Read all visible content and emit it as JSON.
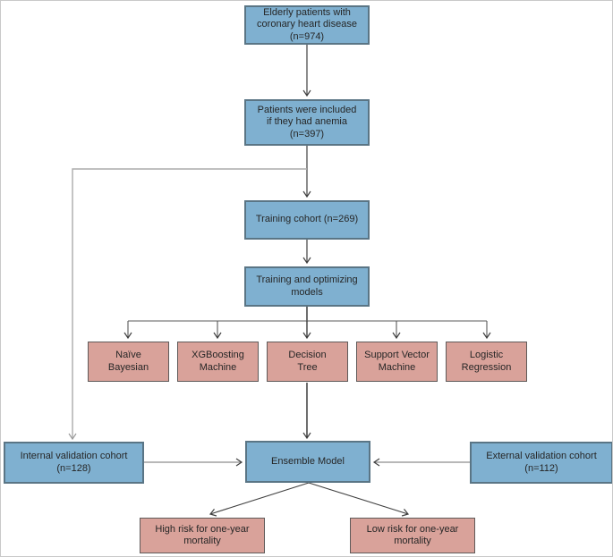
{
  "figure": {
    "type": "flowchart",
    "description": "Study flow diagram: elderly patients with coronary heart disease and anemia, model training and ensemble validation for one-year mortality risk",
    "background_color": "#ffffff"
  },
  "colors": {
    "process_box_fill": "#7fb0d0",
    "process_box_border": "#5a7585",
    "model_box_fill": "#d9a29a",
    "model_box_border": "#5f5a59",
    "edge_dark": "#404040",
    "edge_light": "#a9a9a9",
    "text": "#262626"
  },
  "nodes": {
    "elderly": {
      "lines": [
        "Elderly patients with",
        "coronary heart disease",
        "(n=974)"
      ]
    },
    "inclusion": {
      "lines": [
        "Patients were included",
        "if they had anemia",
        "(n=397)"
      ]
    },
    "training_cohort": {
      "lines": [
        "Training cohort (n=269)"
      ]
    },
    "training_models": {
      "lines": [
        "Training and optimizing",
        "models"
      ]
    },
    "naive_bayesian": {
      "lines": [
        "Naïve",
        "Bayesian"
      ]
    },
    "xgboosting_machine": {
      "lines": [
        "XGBoosting",
        "Machine"
      ]
    },
    "decision_tree": {
      "lines": [
        "Decision",
        "Tree"
      ]
    },
    "support_vector_machine": {
      "lines": [
        "Support Vector",
        "Machine"
      ]
    },
    "logistic_regression": {
      "lines": [
        "Logistic",
        "Regression"
      ]
    },
    "internal_validation": {
      "lines": [
        "Internal validation cohort",
        "(n=128)"
      ]
    },
    "ensemble": {
      "lines": [
        "Ensemble Model"
      ]
    },
    "external_validation": {
      "lines": [
        "External validation cohort",
        "(n=112)"
      ]
    },
    "high_risk": {
      "lines": [
        "High risk for one-year",
        "mortality"
      ]
    },
    "low_risk": {
      "lines": [
        "Low risk for one-year",
        "mortality"
      ]
    }
  },
  "edges": [
    {
      "from": "elderly",
      "to": "inclusion"
    },
    {
      "from": "inclusion",
      "to": "training_cohort"
    },
    {
      "from": "inclusion",
      "to": "internal_validation"
    },
    {
      "from": "training_cohort",
      "to": "training_models"
    },
    {
      "from": "training_models",
      "to": "naive_bayesian"
    },
    {
      "from": "training_models",
      "to": "xgboosting_machine"
    },
    {
      "from": "training_models",
      "to": "decision_tree"
    },
    {
      "from": "training_models",
      "to": "support_vector_machine"
    },
    {
      "from": "training_models",
      "to": "logistic_regression"
    },
    {
      "from": "decision_tree",
      "to": "ensemble"
    },
    {
      "from": "internal_validation",
      "to": "ensemble"
    },
    {
      "from": "external_validation",
      "to": "ensemble"
    },
    {
      "from": "ensemble",
      "to": "high_risk"
    },
    {
      "from": "ensemble",
      "to": "low_risk"
    }
  ]
}
